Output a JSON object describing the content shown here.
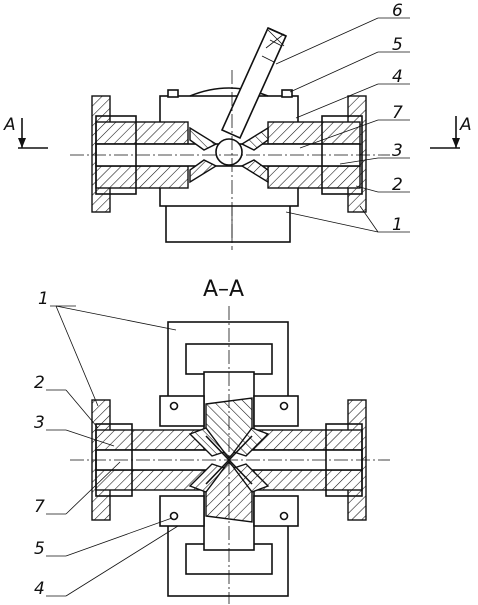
{
  "top_view": {
    "labels": [
      "6",
      "5",
      "4",
      "7",
      "3",
      "2",
      "1"
    ],
    "section_mark_left": "A",
    "section_mark_right": "A"
  },
  "section_view": {
    "title": "A–A",
    "labels": [
      "1",
      "2",
      "3",
      "7",
      "5",
      "4"
    ]
  }
}
